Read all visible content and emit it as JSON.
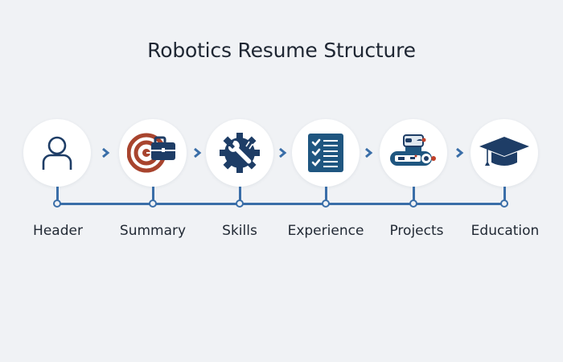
{
  "title": "Robotics Resume Structure",
  "colors": {
    "background": "#f0f2f5",
    "navy": "#1e3d66",
    "line_blue": "#3a6ea8",
    "accent_rust": "#a8442e",
    "teal_navy": "#1f5680"
  },
  "steps": [
    {
      "label": "Header",
      "icon": "user-icon"
    },
    {
      "label": "Summary",
      "icon": "target-briefcase-icon"
    },
    {
      "label": "Skills",
      "icon": "gear-wrench-icon"
    },
    {
      "label": "Experience",
      "icon": "checklist-icon"
    },
    {
      "label": "Projects",
      "icon": "robot-icon"
    },
    {
      "label": "Education",
      "icon": "graduation-cap-icon"
    }
  ],
  "connector_icon": "chevron-right-icon"
}
